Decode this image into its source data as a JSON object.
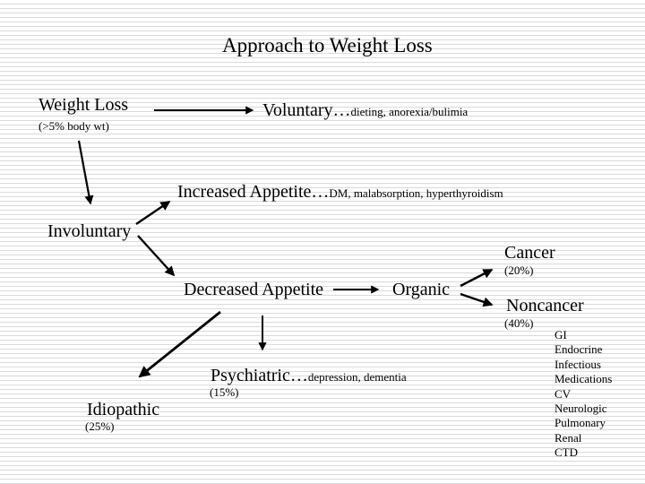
{
  "slide": {
    "title": "Approach to Weight Loss",
    "colors": {
      "text": "#000000",
      "stripe": "#d9dadb",
      "background": "#ffffff"
    },
    "nodes": {
      "weight_loss": {
        "label": "Weight Loss",
        "sub": "(>5% body wt)"
      },
      "voluntary": {
        "label": "Voluntary…",
        "detail": "dieting, anorexia/bulimia"
      },
      "increased_appetite": {
        "label": "Increased Appetite…",
        "detail": "DM, malabsorption, hyperthyroidism"
      },
      "involuntary": {
        "label": "Involuntary"
      },
      "decreased_appetite": {
        "label": "Decreased Appetite"
      },
      "organic": {
        "label": "Organic"
      },
      "cancer": {
        "label": "Cancer",
        "pct": "(20%)"
      },
      "noncancer": {
        "label": "Noncancer",
        "pct": "(40%)"
      },
      "psychiatric": {
        "label": "Psychiatric…",
        "detail": "depression, dementia",
        "pct": "(15%)"
      },
      "idiopathic": {
        "label": "Idiopathic",
        "pct": "(25%)"
      }
    },
    "noncancer_causes": [
      "GI",
      "Endocrine",
      "Infectious",
      "Medications",
      "CV",
      "Neurologic",
      "Pulmonary",
      "Renal",
      "CTD"
    ]
  }
}
